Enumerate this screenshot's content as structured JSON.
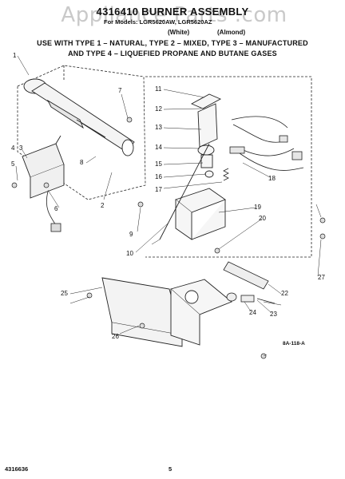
{
  "watermark": "Appliance Parts .com",
  "header": {
    "title": "4316410 BURNER ASSEMBLY",
    "models": "For Models: LGR5620AW, LGR5620AZ",
    "color_white": "(White)",
    "color_almond": "(Almond)",
    "use_line_1": "USE WITH TYPE 1 – NATURAL, TYPE 2 – MIXED, TYPE 3 – MANUFACTURED",
    "use_line_2": "AND TYPE 4 – LIQUEFIED PROPANE AND BUTANE GASES"
  },
  "callouts": [
    "1",
    "2",
    "3",
    "4",
    "5",
    "6",
    "7",
    "8",
    "9",
    "10",
    "11",
    "12",
    "13",
    "14",
    "15",
    "16",
    "17",
    "18",
    "19",
    "20",
    "22",
    "23",
    "24",
    "25",
    "26",
    "27"
  ],
  "figure_code": "8A-118-A",
  "footer": {
    "part_number": "4316636",
    "page_number": "5"
  }
}
